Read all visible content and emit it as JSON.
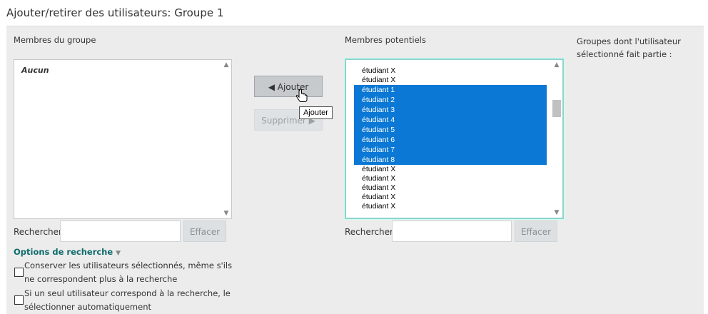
{
  "page": {
    "title": "Ajouter/retirer des utilisateurs: Groupe 1"
  },
  "members": {
    "label": "Membres du groupe",
    "empty_label": "Aucun",
    "search_label": "Rechercher",
    "search_value": "",
    "clear_label": "Effacer"
  },
  "actions": {
    "add_label": "◀ Ajouter",
    "remove_label": "Supprimer ▶",
    "tooltip": "Ajouter"
  },
  "potential": {
    "label": "Membres potentiels",
    "options": [
      {
        "text": "étudiant X",
        "selected": false
      },
      {
        "text": "étudiant X",
        "selected": false
      },
      {
        "text": "étudiant 1",
        "selected": true
      },
      {
        "text": "étudiant 2",
        "selected": true
      },
      {
        "text": "étudiant 3",
        "selected": true
      },
      {
        "text": "étudiant 4",
        "selected": true
      },
      {
        "text": "étudiant 5",
        "selected": true
      },
      {
        "text": "étudiant 6",
        "selected": true
      },
      {
        "text": "étudiant 7",
        "selected": true
      },
      {
        "text": "étudiant 8",
        "selected": true
      },
      {
        "text": "étudiant X",
        "selected": false
      },
      {
        "text": "étudiant X",
        "selected": false
      },
      {
        "text": "étudiant X",
        "selected": false
      },
      {
        "text": "étudiant X",
        "selected": false
      },
      {
        "text": "étudiant X",
        "selected": false
      }
    ],
    "search_label": "Rechercher",
    "search_value": "",
    "clear_label": "Effacer"
  },
  "groups": {
    "label_line1": "Groupes dont l'utilisateur",
    "label_line2": "sélectionné fait partie :"
  },
  "search_options": {
    "link_label": "Options de recherche",
    "keep_selected_line1": "Conserver les utilisateurs sélectionnés, même s'ils",
    "keep_selected_line2": "ne correspondent plus à la recherche",
    "keep_selected_checked": false,
    "auto_select_line1": "Si un seul utilisateur correspond à la recherche, le",
    "auto_select_line2": "sélectionner automatiquement",
    "auto_select_checked": false
  },
  "colors": {
    "selection": "#0a78d4",
    "link": "#0f6b6b",
    "panel_bg": "#ececec"
  }
}
